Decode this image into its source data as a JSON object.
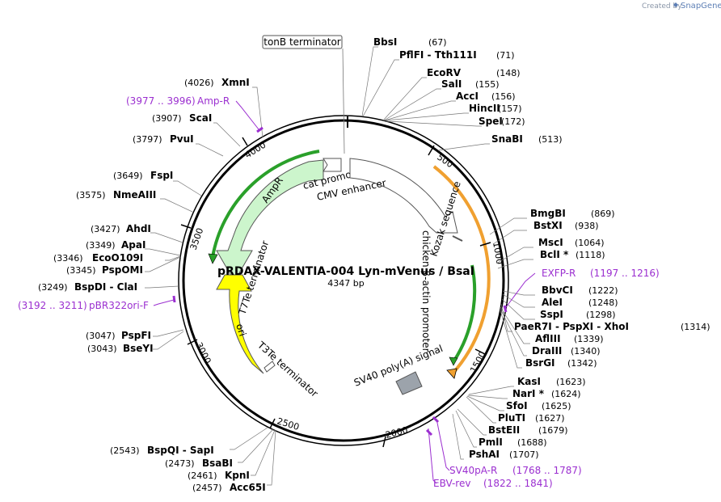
{
  "credit": {
    "prefix": "Created by",
    "brand": "SnapGene"
  },
  "title": "pRDAX-VALENTIA-004   Lyn-mVenus / BsaI",
  "subtitle": "4347 bp",
  "length": 4347,
  "tonB_label": "tonB terminator",
  "ticks": [
    "500",
    "1000",
    "1500",
    "2000",
    "2500",
    "3000",
    "3500",
    "4000"
  ],
  "features": [
    {
      "name": "cat promoter",
      "start": 4220,
      "end": 4300,
      "color": "#ffffff"
    },
    {
      "name": "CMV enhancer",
      "start": 4340,
      "end": 380,
      "color": "#ffffff"
    },
    {
      "name": "chicken β-actin promoter",
      "start": 380,
      "end": 1040,
      "color": "#ffffff"
    },
    {
      "name": "Kozak sequence",
      "start": 1040,
      "end": 1050,
      "color": "#808080"
    },
    {
      "name": "SV40 poly(A) signal",
      "start": 1740,
      "end": 1860,
      "color": "#9ca3ab"
    },
    {
      "name": "AmpR",
      "start": 3400,
      "end": 4260,
      "color": "#ccf5cc"
    },
    {
      "name": "ori",
      "start": 2880,
      "end": 3290,
      "color": "#ffff00"
    },
    {
      "name": "T7Te terminator",
      "start": 3290,
      "end": 3330,
      "color": "#ffffff"
    },
    {
      "name": "T3Te terminator",
      "start": 2750,
      "end": 2800,
      "color": "#ffffff"
    }
  ],
  "enzymes_right": [
    {
      "name": "BbsI",
      "pos": "(67)"
    },
    {
      "name": "PflFI  - Tth111I",
      "pos": "(71)"
    },
    {
      "name": "EcoRV",
      "pos": "(148)"
    },
    {
      "name": "SalI",
      "pos": "(155)"
    },
    {
      "name": "AccI",
      "pos": "(156)"
    },
    {
      "name": "HincII",
      "pos": "(157)"
    },
    {
      "name": "SpeI",
      "pos": "(172)"
    },
    {
      "name": "SnaBI",
      "pos": "(513)"
    },
    {
      "name": "BmgBI",
      "pos": "(869)"
    },
    {
      "name": "BstXI",
      "pos": "(938)"
    },
    {
      "name": "MscI",
      "pos": "(1064)"
    },
    {
      "name": "BclI *",
      "pos": "(1118)"
    },
    {
      "name": "BbvCI",
      "pos": "(1222)"
    },
    {
      "name": "AleI",
      "pos": "(1248)"
    },
    {
      "name": "SspI",
      "pos": "(1298)"
    },
    {
      "name": "PaeR7I  - PspXI  - XhoI",
      "pos": "(1314)"
    },
    {
      "name": "AflIII",
      "pos": "(1339)"
    },
    {
      "name": "DraIII",
      "pos": "(1340)"
    },
    {
      "name": "BsrGI",
      "pos": "(1342)"
    },
    {
      "name": "KasI",
      "pos": "(1623)"
    },
    {
      "name": "NarI *",
      "pos": "(1624)"
    },
    {
      "name": "SfoI",
      "pos": "(1625)"
    },
    {
      "name": "PluTI",
      "pos": "(1627)"
    },
    {
      "name": "BstEII",
      "pos": "(1679)"
    },
    {
      "name": "PmlI",
      "pos": "(1688)"
    },
    {
      "name": "PshAI",
      "pos": "(1707)"
    }
  ],
  "enzymes_left": [
    {
      "name": "XmnI",
      "pos": "(4026)"
    },
    {
      "name": "ScaI",
      "pos": "(3907)"
    },
    {
      "name": "PvuI",
      "pos": "(3797)"
    },
    {
      "name": "FspI",
      "pos": "(3649)"
    },
    {
      "name": "NmeAIII",
      "pos": "(3575)"
    },
    {
      "name": "AhdI",
      "pos": "(3427)"
    },
    {
      "name": "ApaI",
      "pos": "(3349)"
    },
    {
      "name": "EcoO109I",
      "pos": "(3346)"
    },
    {
      "name": "PspOMI",
      "pos": "(3345)"
    },
    {
      "name": "BspDI  - ClaI",
      "pos": "(3249)"
    },
    {
      "name": "PspFI",
      "pos": "(3047)"
    },
    {
      "name": "BseYI",
      "pos": "(3043)"
    },
    {
      "name": "BspQI  - SapI",
      "pos": "(2543)"
    },
    {
      "name": "BsaBI",
      "pos": "(2473)"
    },
    {
      "name": "KpnI",
      "pos": "(2461)"
    },
    {
      "name": "Acc65I",
      "pos": "(2457)"
    }
  ],
  "primers": [
    {
      "name": "Amp-R",
      "range": "(3977 .. 3996)",
      "side": "left"
    },
    {
      "name": "pBR322ori-F",
      "range": "(3192 .. 3211)",
      "side": "left"
    },
    {
      "name": "EXFP-R",
      "range": "(1197 .. 1216)",
      "side": "right"
    },
    {
      "name": "SV40pA-R",
      "range": "(1768 .. 1787)",
      "side": "right"
    },
    {
      "name": "EBV-rev",
      "range": "(1822 .. 1841)",
      "side": "right"
    }
  ],
  "colors": {
    "backbone": "#000000",
    "primer": "#9b2fd0",
    "orf_orange": "#f0a030",
    "orf_green": "#2aa02a",
    "ampr_fill": "#ccf5cc",
    "ori_fill": "#ffff00"
  }
}
